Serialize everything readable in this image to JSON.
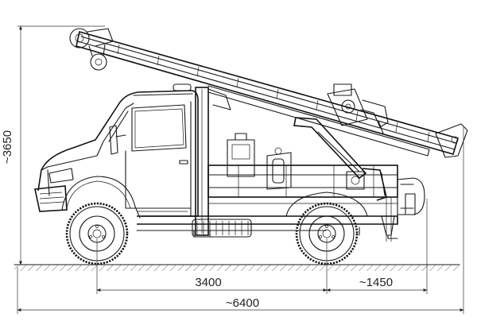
{
  "dimensions": {
    "height": "~3650",
    "wheelbase": "3400",
    "rear_overhang": "~1450",
    "overall_length": "~6400"
  }
}
